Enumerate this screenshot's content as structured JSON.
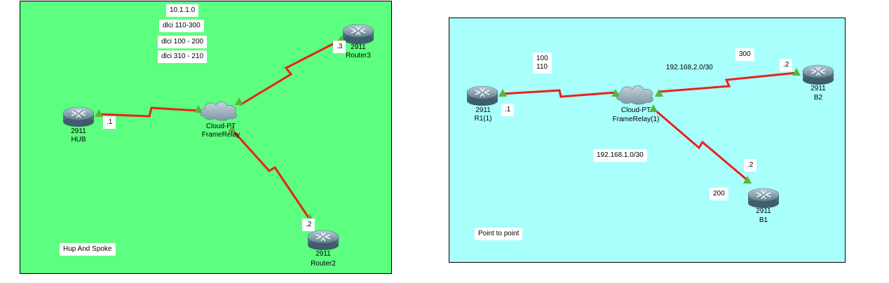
{
  "colors": {
    "left_area": "#5cff7f",
    "right_area": "#a8fffb",
    "link": "#e8221a",
    "port_up": "#5ab53a",
    "router_body": "#6f8f9e",
    "border": "#000000"
  },
  "left_topology": {
    "area_label": "Hup And Spoke",
    "notes": [
      "10.1.1.0",
      "dlci 110-300",
      "dlci 100 - 200",
      "dlci 310 - 210"
    ],
    "cloud": {
      "type": "Cloud-PT",
      "name": "FrameRelay",
      "icon": "cloud-icon"
    },
    "hub": {
      "model": "2911",
      "name": "HUB",
      "ip_suffix": ".1",
      "icon": "router-icon"
    },
    "router3": {
      "model": "2911",
      "name": "Router3",
      "ip_suffix": ".3",
      "icon": "router-icon"
    },
    "router2": {
      "model": "2911",
      "name": "Router2",
      "ip_suffix": ".2",
      "icon": "router-icon"
    }
  },
  "right_topology": {
    "area_label": "Point to point",
    "dlci_r1": "100\n110",
    "dlci_b2": "300",
    "dlci_b1": "200",
    "net_b2": "192.168.2.0/30",
    "net_b1": "192.168.1.0/30",
    "cloud": {
      "type": "Cloud-PT",
      "name": "FrameRelay(1)",
      "icon": "cloud-icon"
    },
    "r1": {
      "model": "2911",
      "name": "R1(1)",
      "ip_suffix": ".1",
      "icon": "router-icon"
    },
    "b2": {
      "model": "2911",
      "name": "B2",
      "ip_suffix": ".2",
      "icon": "router-icon"
    },
    "b1": {
      "model": "2911",
      "name": "B1",
      "ip_suffix": ".2",
      "icon": "router-icon"
    }
  }
}
